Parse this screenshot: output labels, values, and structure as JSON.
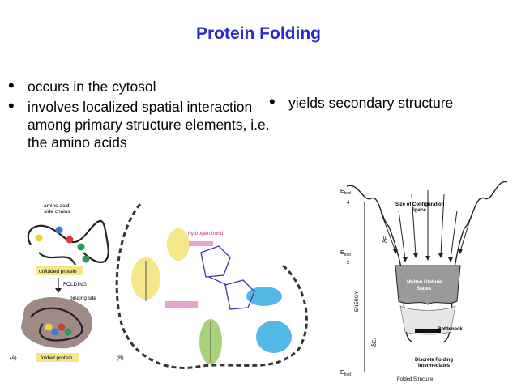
{
  "slide": {
    "title": "Protein Folding",
    "bullets_left": [
      "occurs in the cytosol",
      "involves localized spatial interaction among primary structure elements, i.e. the amino acids"
    ],
    "bullets_right": [
      "yields secondary structure"
    ]
  },
  "figure_a": {
    "label_side_chains_1": "amino acid",
    "label_side_chains_2": "side chains",
    "label_unfolded": "unfolded protein",
    "label_folding": "FOLDING",
    "label_binding": "binding site",
    "label_folded": "folded protein",
    "panel_a": "(A)",
    "panel_b": "(B)"
  },
  "figure_b": {
    "label_hbond": "hydrogen bond"
  },
  "funnel": {
    "efold4": "E",
    "efold4_sub": "fold",
    "efold4_n": "4",
    "efold2": "E",
    "efold2_sub": "fold",
    "efold2_n": "2",
    "efold": "E",
    "efold_sub": "fold",
    "config_1": "Size of Configuration",
    "config_2": "Space",
    "molten_1": "Molten Globule",
    "molten_2": "States",
    "energy": "ENERGY",
    "delta_e": "δE",
    "delta_es": "δE",
    "delta_es_sub": "s",
    "bottleneck": "Bottleneck",
    "discrete_1": "Discrete Folding",
    "discrete_2": "Intermediates",
    "folded": "Folded Structure"
  },
  "colors": {
    "title": "#2a2ad0",
    "highlight_yellow": "#f5e68a",
    "highlight_blue": "#54b8e6",
    "highlight_green": "#a8d27a",
    "highlight_pink": "#e8a4cc",
    "folded_blob": "#a08a86"
  }
}
